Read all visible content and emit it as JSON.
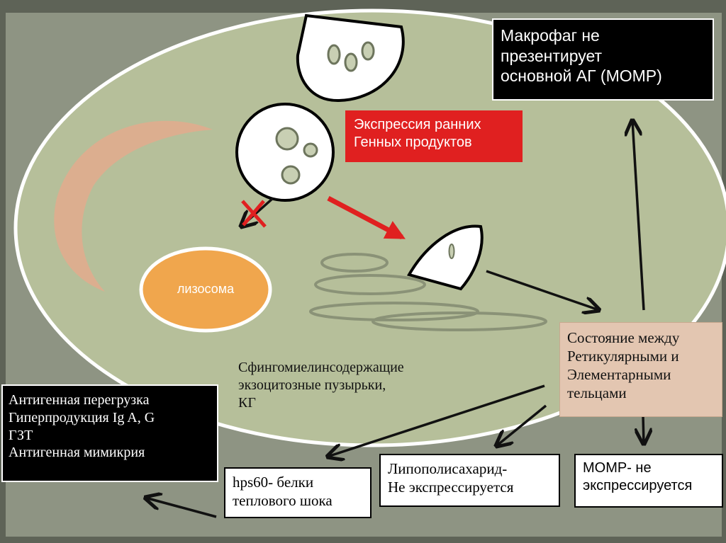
{
  "colors": {
    "background": "#5e6357",
    "cell": "#b6bf9a",
    "lysosome": "#f0a64d",
    "crescent": "#dcae8f",
    "highlight_box": "#e02020",
    "tan_box": "#e3c6b1",
    "arrow_red": "#e02020",
    "arrow_dark": "#111111"
  },
  "labels": {
    "lysosome": "лизосома",
    "expression": [
      "Экспрессия ранних",
      "Генных продуктов"
    ],
    "vesicles": [
      "Сфингомиелинсодержащие",
      "экзоцитозные пузырьки,",
      "КГ"
    ],
    "macrophage": [
      "Макрофаг  не",
      "презентирует",
      "основной АГ (MOMP)"
    ],
    "state": [
      "Состояние между",
      "Ретикулярными и",
      "Элементарными",
      "тельцами"
    ],
    "antigen": [
      "Антигенная перегрузка",
      "Гиперпродукция  Ig A, G",
      "ГЗТ",
      "Антигенная мимикрия"
    ],
    "hps": [
      "hps60- белки",
      "теплового шока"
    ],
    "lps": [
      "Липополисахарид-",
      "Не экспрессируется"
    ],
    "momp": [
      "MOMP- не",
      "экспрессируется"
    ]
  },
  "icons": {
    "blocked_arrow": "x-cross-icon"
  }
}
